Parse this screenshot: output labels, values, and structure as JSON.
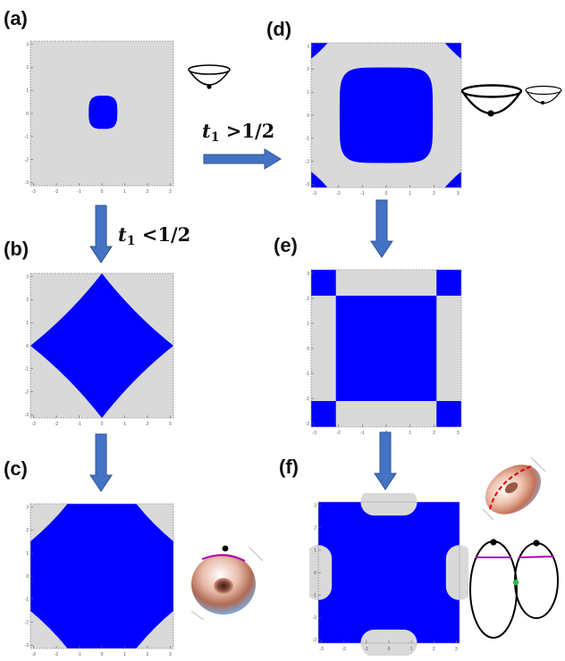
{
  "panels": {
    "a": {
      "label": "(a)"
    },
    "b": {
      "label": "(b)"
    },
    "c": {
      "label": "(c)"
    },
    "d": {
      "label": "(d)"
    },
    "e": {
      "label": "(e)"
    },
    "f": {
      "label": "(f)"
    }
  },
  "arrows": {
    "right": {
      "var": "t",
      "sub": "1",
      "cond": " >1/2"
    },
    "down": {
      "var": "t",
      "sub": "1",
      "cond": " <1/2"
    }
  },
  "axes": {
    "ticks": [
      "-3",
      "-2",
      "-1",
      "0",
      "1",
      "2",
      "3"
    ]
  },
  "colors": {
    "fill": "#0000ff",
    "background": "#d9d9d9",
    "arrow": "#4472c4",
    "torus_line": "#b000b0",
    "dashed_line": "#dd0000",
    "dot": "#000000",
    "green_dot": "#22bb44"
  }
}
